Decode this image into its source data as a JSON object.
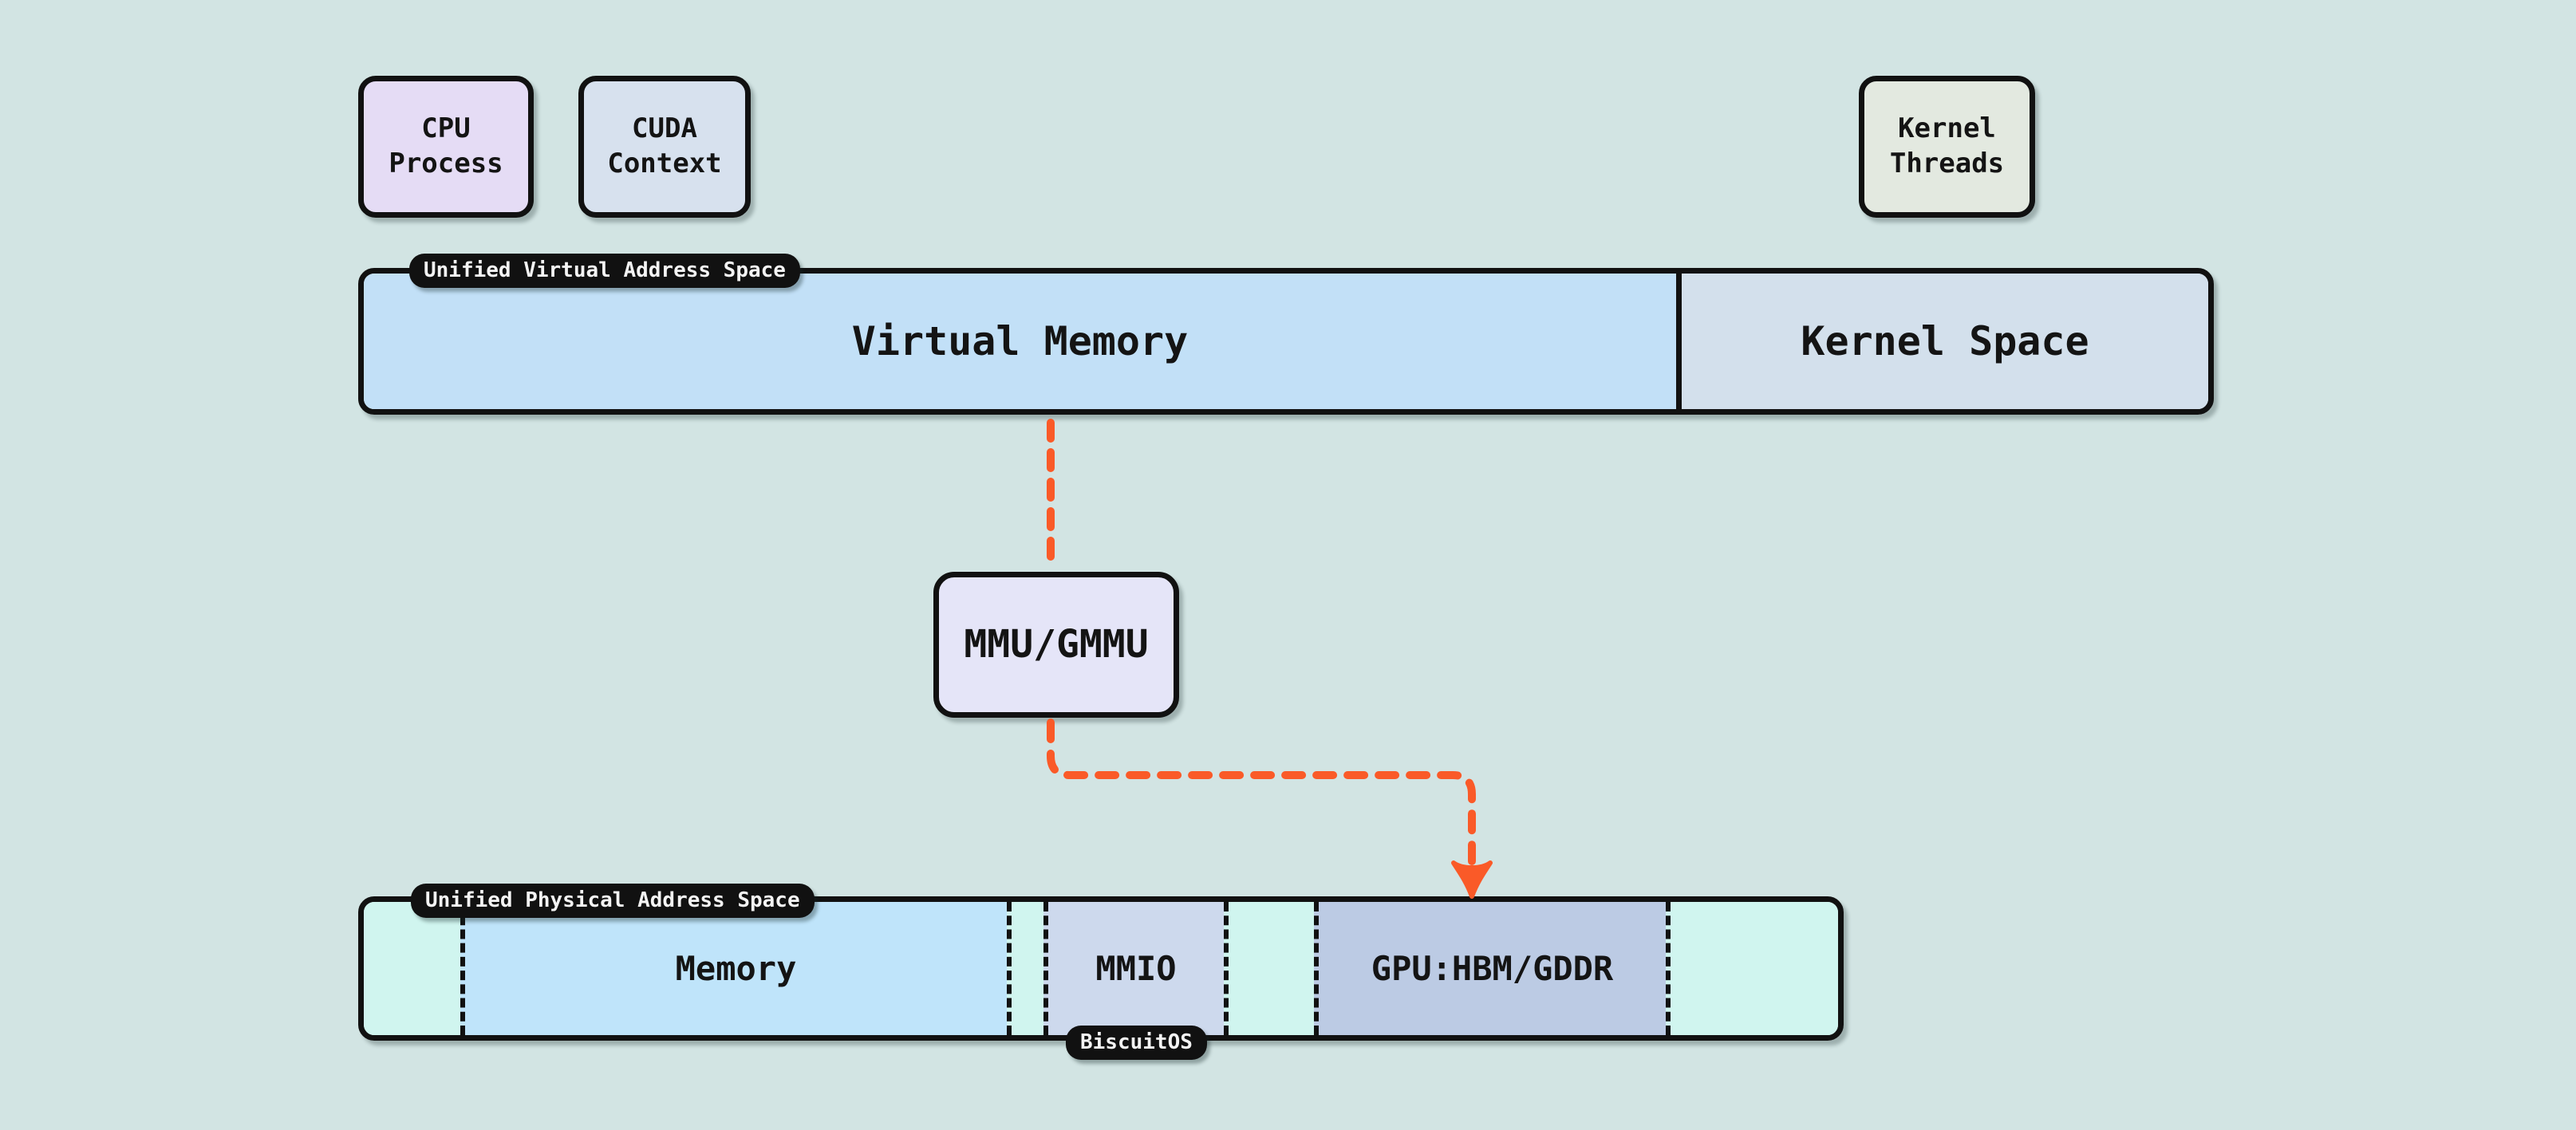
{
  "diagram": {
    "top_boxes": {
      "cpu": {
        "label": "CPU\nProcess"
      },
      "cuda": {
        "label": "CUDA\nContext"
      },
      "kernel_threads": {
        "label": "Kernel\nThreads"
      }
    },
    "virtual_bar": {
      "tag": "Unified Virtual Address Space",
      "segments": {
        "virtual_memory": {
          "label": "Virtual Memory"
        },
        "kernel_space": {
          "label": "Kernel Space"
        }
      }
    },
    "mmu": {
      "label": "MMU/GMMU"
    },
    "physical_bar": {
      "tag": "Unified Physical Address Space",
      "os_badge": "BiscuitOS",
      "segments": {
        "free_left": {
          "label": ""
        },
        "memory": {
          "label": "Memory"
        },
        "free_mid1": {
          "label": ""
        },
        "mmio": {
          "label": "MMIO"
        },
        "free_mid2": {
          "label": ""
        },
        "gpu": {
          "label": "GPU:HBM/GDDR"
        },
        "free_right": {
          "label": ""
        }
      }
    },
    "colors": {
      "background": "#d2e4e3",
      "outline": "#111111",
      "cpu_box": "#e5dcf5",
      "cuda_box": "#d7e1ee",
      "kernel_threads_box": "#e3e9e0",
      "virtual_memory_segment": "#c2e0f7",
      "kernel_space_segment": "#d3e0ec",
      "mmu_box": "#e5e5f8",
      "free_segment": "#d0f5ef",
      "memory_segment": "#bfe4fa",
      "mmio_segment": "#cdd9ed",
      "gpu_segment": "#bccbe4",
      "connector_orange": "#fa5a28",
      "tag_background": "#111111",
      "tag_text": "#f4f4f4"
    }
  }
}
